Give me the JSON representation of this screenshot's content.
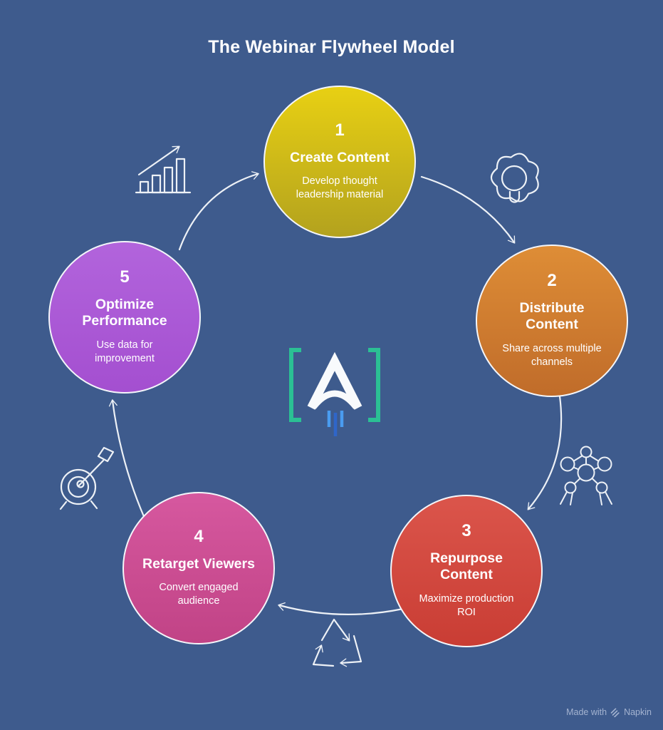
{
  "title": "The Webinar Flywheel Model",
  "steps": [
    {
      "number": "1",
      "title": "Create Content",
      "description": "Develop thought leadership material",
      "color_top": "#e8d013",
      "color_bottom": "#b3a21e"
    },
    {
      "number": "2",
      "title": "Distribute Content",
      "description": "Share across multiple channels",
      "color_top": "#de8d36",
      "color_bottom": "#c06c2a"
    },
    {
      "number": "3",
      "title": "Repurpose Content",
      "description": "Maximize production ROI",
      "color_top": "#db554b",
      "color_bottom": "#c93d34"
    },
    {
      "number": "4",
      "title": "Retarget Viewers",
      "description": "Convert engaged audience",
      "color_top": "#d6589f",
      "color_bottom": "#c14386"
    },
    {
      "number": "5",
      "title": "Optimize Performance",
      "description": "Use data for improvement",
      "color_top": "#b264dc",
      "color_bottom": "#a44fd0"
    }
  ],
  "decorative_icons": [
    "growth-chart-icon",
    "gear-lightbulb-icon",
    "network-icon",
    "recycle-icon",
    "target-arrow-icon"
  ],
  "footer": {
    "made_with": "Made with",
    "brand": "Napkin"
  },
  "colors": {
    "bg": "#3e5b8d",
    "text": "#ffffff",
    "circle-border": "#f4f6fa",
    "icon": "#edf1f6",
    "bracket": "#2bc094",
    "logo-white": "#f8fafc",
    "thrust-side": "#4a9cf0",
    "thrust-mid": "#2f66c9",
    "footer": "#a4b3d0"
  }
}
